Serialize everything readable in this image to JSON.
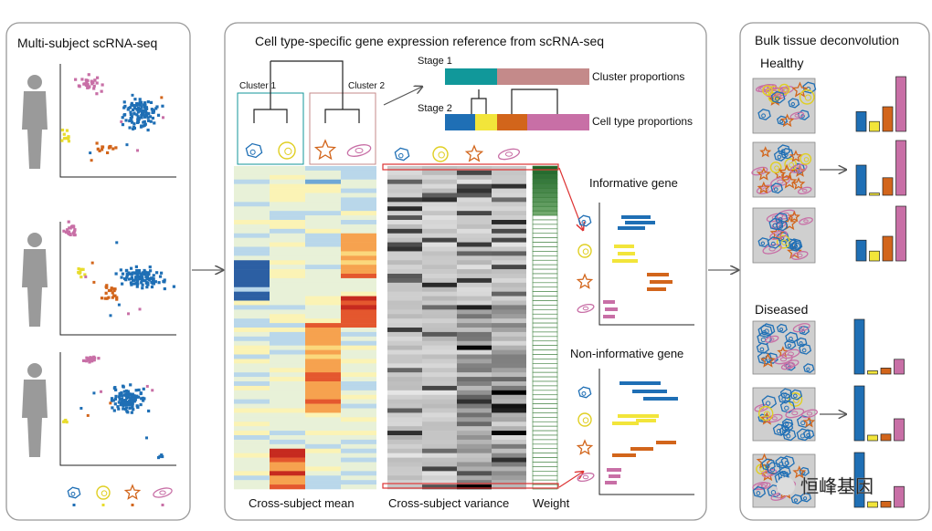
{
  "panels": {
    "left": {
      "title": "Multi-subject scRNA-seq"
    },
    "middle": {
      "title": "Cell type-specific gene expression reference from scRNA-seq",
      "cluster1": "Cluster 1",
      "cluster2": "Cluster 2",
      "stage1": "Stage 1",
      "stage2": "Stage 2",
      "cluster_proportions": "Cluster proportions",
      "celltype_proportions": "Cell type proportions",
      "informative": "Informative gene",
      "noninformative": "Non-informative gene",
      "mean_label": "Cross-subject mean",
      "variance_label": "Cross-subject variance",
      "weight_label": "Weight"
    },
    "right": {
      "title": "Bulk tissue deconvolution",
      "healthy": "Healthy",
      "diseased": "Diseased",
      "watermark": "恒峰基因"
    }
  },
  "colors": {
    "blue": "#1f6fb5",
    "yellow": "#f2e53a",
    "orange": "#d2651b",
    "pink": "#c86fa6",
    "teal": "#11989a",
    "rose": "#c48a8a",
    "weight": "#2e7d32"
  },
  "bar_groups": {
    "healthy": [
      [
        0.36,
        0.18,
        0.45,
        1.0
      ],
      [
        0.55,
        0.04,
        0.32,
        1.0
      ],
      [
        0.38,
        0.18,
        0.45,
        1.0
      ]
    ],
    "diseased": [
      [
        1.0,
        0.06,
        0.11,
        0.27
      ],
      [
        1.0,
        0.1,
        0.12,
        0.4
      ],
      [
        1.0,
        0.1,
        0.11,
        0.38
      ]
    ]
  }
}
